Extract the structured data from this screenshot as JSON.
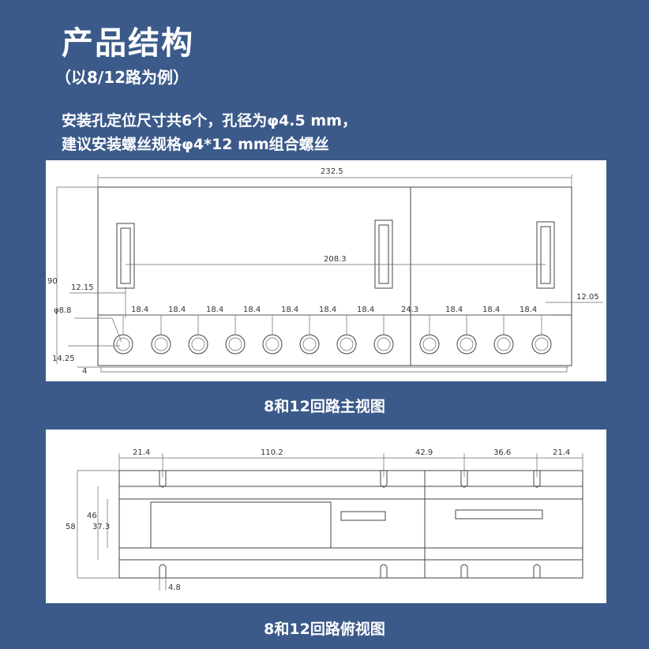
{
  "header": {
    "title": "产品结构",
    "subtitle": "（以8/12路为例）",
    "desc_line1": "安装孔定位尺寸共6个，孔径为φ4.5 mm，",
    "desc_line2": "建议安装螺丝规格φ4*12 mm组合螺丝"
  },
  "front_view": {
    "caption": "8和12回路主视图",
    "dims": {
      "total_width": "232.5",
      "hole_span": "208.3",
      "height": "90",
      "left_offset": "12.15",
      "right_offset": "12.05",
      "terminal_dia": "φ8.8",
      "terminal_height": "14.25",
      "base": "4",
      "pitch": "18.4",
      "gap": "24.3"
    }
  },
  "top_view": {
    "caption": "8和12回路俯视图",
    "dims": {
      "left": "21.4",
      "mid": "110.2",
      "gap": "42.9",
      "mid2": "36.6",
      "right": "21.4",
      "h58": "58",
      "h46": "46",
      "h373": "37.3",
      "slot": "4.8"
    }
  },
  "colors": {
    "background": "#3b5a8a",
    "panel": "#ffffff",
    "text": "#ffffff"
  }
}
